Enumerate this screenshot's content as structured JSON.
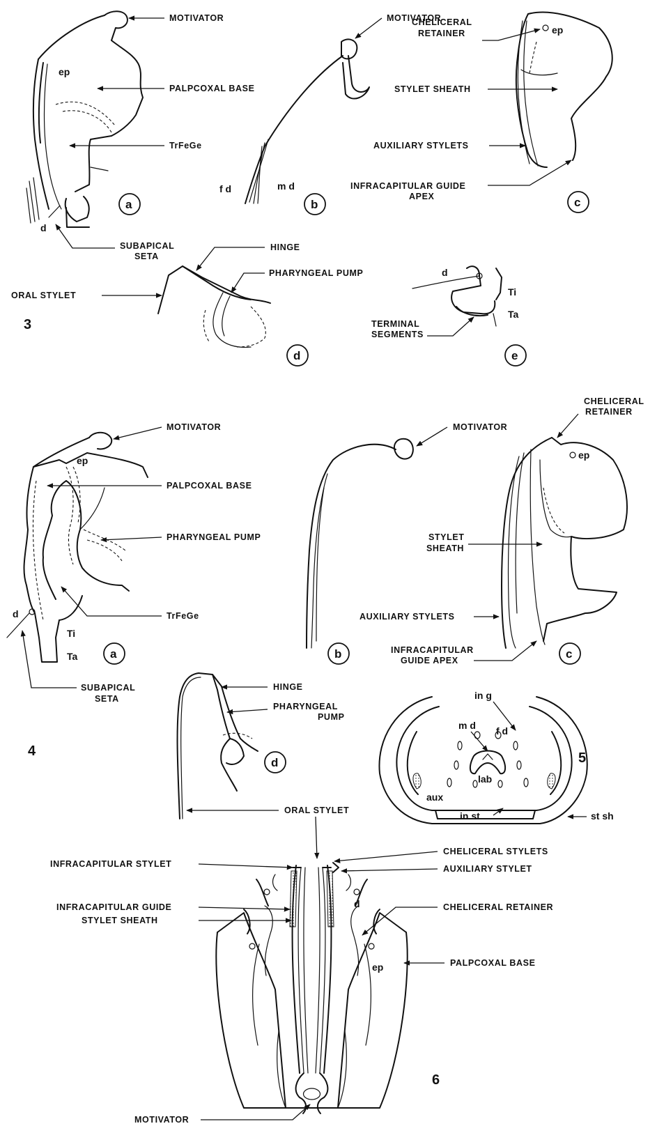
{
  "figure_numbers": {
    "fig3": "3",
    "fig4": "4",
    "fig5": "5",
    "fig6": "6"
  },
  "panel_letters": {
    "a": "a",
    "b": "b",
    "c": "c",
    "d": "d",
    "e": "e"
  },
  "labels": {
    "motivator": "MOTIVATOR",
    "palpcoxal_base": "PALPCOXAL BASE",
    "trfege": "TrFeGe",
    "subapical": "SUBAPICAL",
    "seta": "SETA",
    "cheliceral": "CHELICERAL",
    "retainer": "RETAINER",
    "cheliceral_retainer": "CHELICERAL RETAINER",
    "stylet_sheath": "STYLET SHEATH",
    "stylet": "STYLET",
    "sheath": "SHEATH",
    "auxiliary_stylets": "AUXILIARY STYLETS",
    "auxiliary_stylet": "AUXILIARY STYLET",
    "infracapitular_guide": "INFRACAPITULAR GUIDE",
    "infracapitular": "INFRACAPITULAR",
    "guide_apex": "GUIDE APEX",
    "apex": "APEX",
    "hinge": "HINGE",
    "pharyngeal_pump": "PHARYNGEAL PUMP",
    "pharyngeal": "PHARYNGEAL",
    "pump": "PUMP",
    "oral_stylet": "ORAL STYLET",
    "terminal": "TERMINAL",
    "segments": "SEGMENTS",
    "infracapitular_stylet": "INFRACAPITULAR STYLET",
    "cheliceral_stylets": "CHELICERAL STYLETS"
  },
  "abbreviations": {
    "ep": "ep",
    "d": "d",
    "fd": "f d",
    "md": "m d",
    "ti": "Ti",
    "ta": "Ta",
    "ing": "in g",
    "inst": "in st",
    "stsh": "st sh",
    "lab": "lab",
    "aux": "aux"
  }
}
